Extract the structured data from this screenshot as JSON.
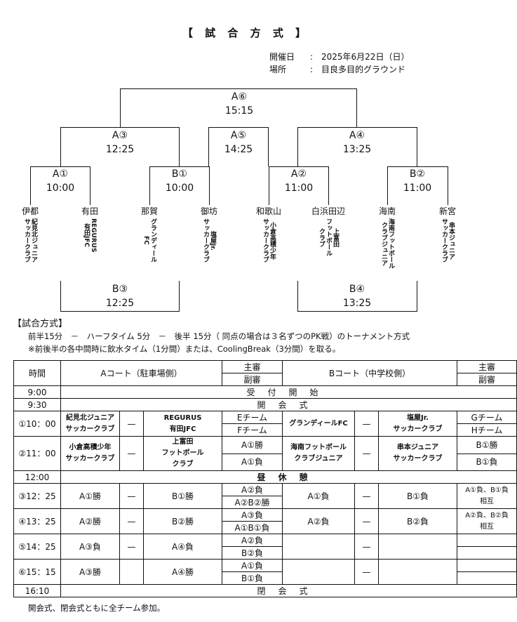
{
  "title": "【 試 合 方 式 】",
  "info": {
    "date_label": "開催日",
    "sep": ":",
    "date_value": "2025年6月22日（日）",
    "place_label": "場所",
    "place_value": "目良多目的グラウンド"
  },
  "bracket": {
    "A6": {
      "name": "A⑥",
      "time": "15:15"
    },
    "A3": {
      "name": "A③",
      "time": "12:25"
    },
    "A5": {
      "name": "A⑤",
      "time": "14:25"
    },
    "A4": {
      "name": "A④",
      "time": "13:25"
    },
    "A1": {
      "name": "A①",
      "time": "10:00"
    },
    "B1": {
      "name": "B①",
      "time": "10:00"
    },
    "A2": {
      "name": "A②",
      "time": "11:00"
    },
    "B2": {
      "name": "B②",
      "time": "11:00"
    },
    "B3": {
      "name": "B③",
      "time": "12:25"
    },
    "B4": {
      "name": "B④",
      "time": "13:25"
    },
    "teams": [
      {
        "name": "伊都",
        "sub": [
          "紀見北ジュニア",
          "サッカークラブ"
        ]
      },
      {
        "name": "有田",
        "sub": [
          "REGURUS",
          "有田JFC"
        ]
      },
      {
        "name": "那賀",
        "sub": [
          "グランディール",
          "FC"
        ]
      },
      {
        "name": "御坊",
        "sub": [
          "塩屋Jr.",
          "サッカークラブ"
        ]
      },
      {
        "name": "和歌山",
        "sub": [
          "小倉高積少年",
          "サッカークラブ"
        ]
      },
      {
        "name": "白浜田辺",
        "sub": [
          "上富田",
          "フットボール",
          "クラブ"
        ]
      },
      {
        "name": "海南",
        "sub": [
          "海南フットボール",
          "クラブジュニア"
        ]
      },
      {
        "name": "新宮",
        "sub": [
          "串本ジュニア",
          "サッカークラブ"
        ]
      }
    ]
  },
  "rules": {
    "heading": "【試合方式】",
    "line1": "前半15分　－　ハーフタイム 5分　－　後半 15分（ 同点の場合は３名ずつのPK戦）のトーナメント方式",
    "line2": "※前後半の各中間時に飲水タイム（1分間）または、CoolingBreak（3分間）を取る。"
  },
  "schedule": {
    "header": {
      "time": "時間",
      "courtA": "Aコート（駐車場側）",
      "courtB": "Bコート（中学校側）",
      "referee": "主審",
      "sub_referee": "副審"
    },
    "dash": "—",
    "r900": {
      "time": "9:00",
      "label": "受付開始"
    },
    "r930": {
      "time": "9:30",
      "label": "開会式"
    },
    "r1": {
      "time": "①10：00",
      "a1": "紀見北ジュニア",
      "a1b": "サッカークラブ",
      "a2": "REGURUS",
      "a2b": "有田JFC",
      "ref1": "Eチーム",
      "ref2": "Fチーム",
      "b1": "グランディールFC",
      "b2": "塩屋Jr.",
      "b2b": "サッカークラブ",
      "bref1": "Gチーム",
      "bref2": "Hチーム"
    },
    "r2": {
      "time": "②11：00",
      "a1": "小倉高積少年",
      "a1b": "サッカークラブ",
      "a2": "上富田",
      "a2b": "フットボール",
      "a2c": "クラブ",
      "ref1": "A①勝",
      "ref2": "A①負",
      "b1": "海南フットボール",
      "b1b": "クラブジュニア",
      "b2": "串本ジュニア",
      "b2b": "サッカークラブ",
      "bref1": "B①勝",
      "bref2": "B①負"
    },
    "r1200": {
      "time": "12:00",
      "label": "昼休憩"
    },
    "r3": {
      "time": "③12：25",
      "a1": "A①勝",
      "a2": "B①勝",
      "ref1": "A②負",
      "ref2": "A②B②勝",
      "b1": "A①負",
      "b2": "B①負",
      "bref1": "A①負、B①負",
      "bref2": "相互"
    },
    "r4": {
      "time": "④13：25",
      "a1": "A②勝",
      "a2": "B②勝",
      "ref1": "A③負",
      "ref2": "A①B①負",
      "b1": "A②負",
      "b2": "B②負",
      "bref1": "A②負、B②負",
      "bref2": "相互"
    },
    "r5": {
      "time": "⑤14：25",
      "a1": "A③負",
      "a2": "A④負",
      "ref1": "A②負",
      "ref2": "B②負"
    },
    "r6": {
      "time": "⑥15：15",
      "a1": "A③勝",
      "a2": "A④勝",
      "ref1": "A①負",
      "ref2": "B①負"
    },
    "r1610": {
      "time": "16:10",
      "label": "閉会式"
    }
  },
  "footer": "開会式、閉会式ともに全チーム参加。"
}
